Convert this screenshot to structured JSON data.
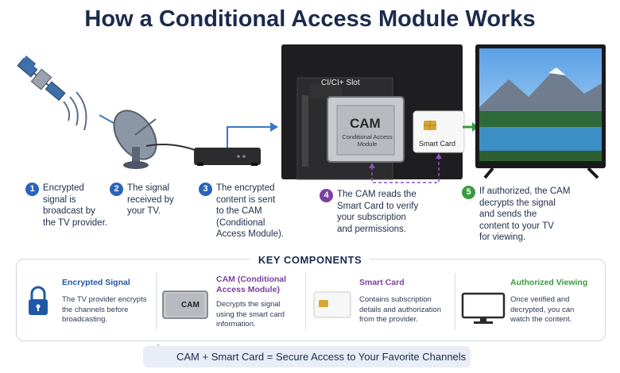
{
  "title": "How a Conditional Access Module Works",
  "slot_label": "CI/CI+ Slot",
  "cam_card": {
    "big": "CAM",
    "small": "Conditional Access\nModule"
  },
  "smart_card_label": "Smart Card",
  "steps": [
    {
      "num": "1",
      "text": "Encrypted\nsignal is\nbroadcast by\nthe TV provider.",
      "color": "#2a64b8"
    },
    {
      "num": "2",
      "text": "The signal\nreceived by\nyour TV.",
      "color": "#2a64b8"
    },
    {
      "num": "3",
      "text": "The encrypted\ncontent is sent\nto the CAM\n(Conditional\nAccess Module).",
      "color": "#2a64b8"
    },
    {
      "num": "4",
      "text": "The CAM reads the\nSmart Card to verify\nyour subscription\nand permissions.",
      "color": "#7b3fa0"
    },
    {
      "num": "5",
      "text": "If authorized, the CAM\ndecrypts the signal\nand sends the\ncontent to your TV\nfor viewing.",
      "color": "#3a9a3f"
    }
  ],
  "key_components": {
    "title": "KEY COMPONENTS",
    "items": [
      {
        "heading": "Encrypted Signal",
        "desc": "The TV provider encrypts\nthe channels before\nbroadcasting.",
        "color": "#1f56a8"
      },
      {
        "heading": "CAM (Conditional\nAccess Module)",
        "desc": "Decrypts the signal\nusing the smart card\ninformation.",
        "color": "#7b3fa0",
        "icon_text": "CAM"
      },
      {
        "heading": "Smart Card",
        "desc": "Contains subscription\ndetails and authorization\nfrom the provider.",
        "color": "#7b3fa0"
      },
      {
        "heading": "Authorized Viewing",
        "desc": "Once verified and\ndecrypted, you can\nwatch the content.",
        "color": "#3a9a3f"
      }
    ]
  },
  "banner": "CAM + Smart Card = Secure Access to Your Favorite Channels",
  "colors": {
    "blue": "#2a64b8",
    "purple": "#7b3fa0",
    "green": "#3a9a3f",
    "navy": "#1b2b4d"
  }
}
